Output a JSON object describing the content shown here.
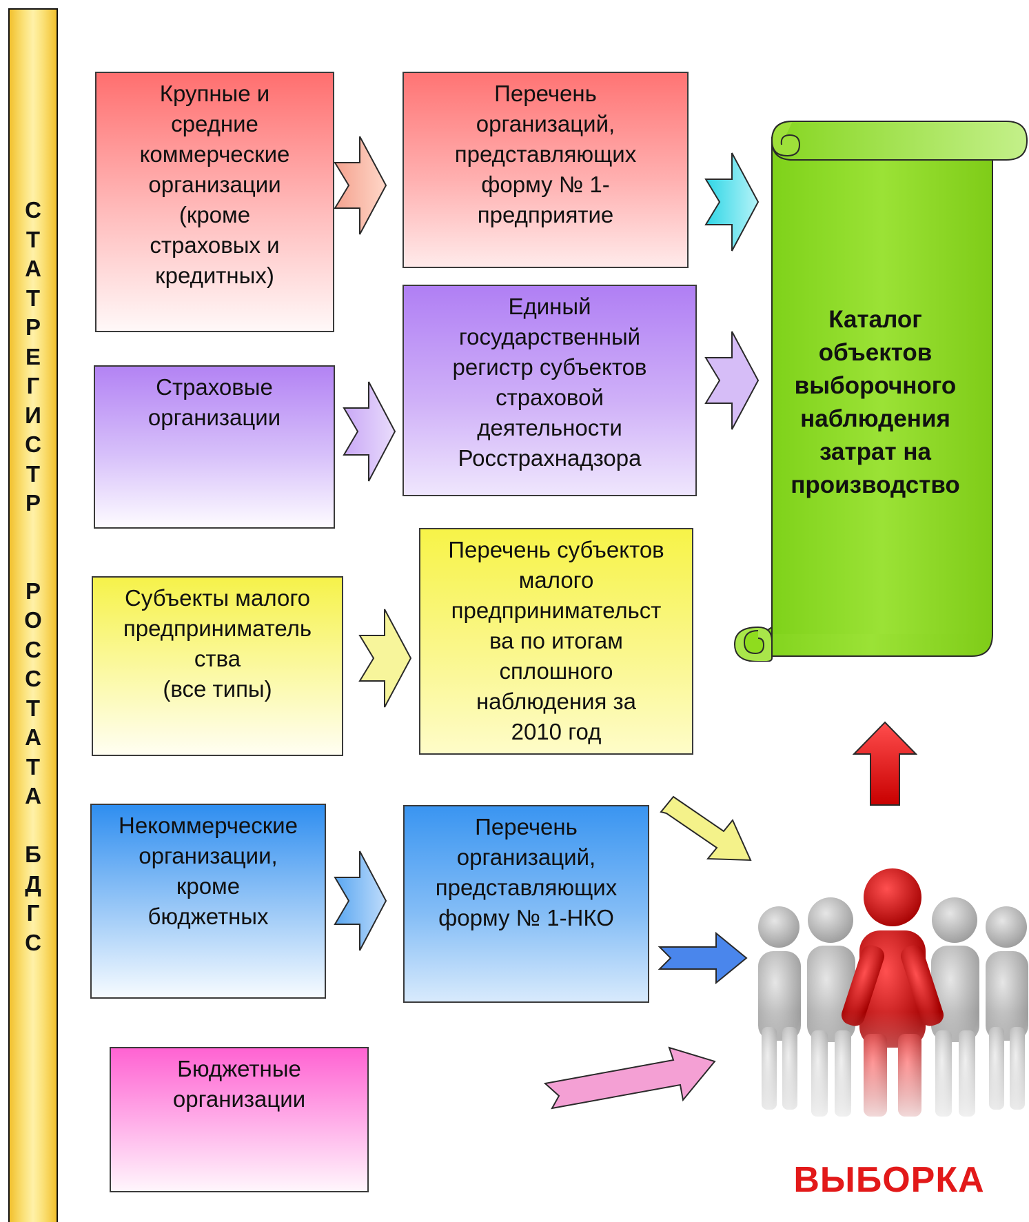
{
  "sidebar": {
    "letters": [
      "С",
      "Т",
      "А",
      "Т",
      "Р",
      "Е",
      "Г",
      "И",
      "С",
      "Т",
      "Р",
      "",
      "",
      "Р",
      "О",
      "С",
      "С",
      "Т",
      "А",
      "Т",
      "А",
      "",
      "Б",
      "Д",
      "Г",
      "С"
    ]
  },
  "sources": {
    "large_commercial": "Крупные и\nсредние\nкоммерческие\nорганизации\n(кроме\nстраховых и\nкредитных)",
    "insurance": "Страховые\nорганизации",
    "small_business": "Субъекты малого\nпредприниматель\nства\n(все типы)",
    "noncommercial": "Некоммерческие\nорганизации,\nкроме\nбюджетных",
    "budget": "Бюджетные\nорганизации"
  },
  "registers": {
    "form1_enterprise": "Перечень\nорганизаций,\nпредставляющих\nформу № 1-\nпредприятие",
    "insurance_register": "Единый\nгосударственный\nрегистр субъектов\nстраховой\nдеятельности\nРосстрахнадзора",
    "small_business_list": "Перечень субъектов\nмалого\nпредпринимательст\nва по итогам\nсплошного\nнаблюдения за\n2010 год",
    "form1_nko": "Перечень\nорганизаций,\nпредставляющих\nформу № 1-НКО"
  },
  "catalog": {
    "title": "Каталог\nобъектов\nвыборочного\nнаблюдения\nзатрат на\nпроизводство",
    "color": "#8fdc1e"
  },
  "sample": {
    "label": "ВЫБОРКА",
    "color": "#e21919"
  }
}
